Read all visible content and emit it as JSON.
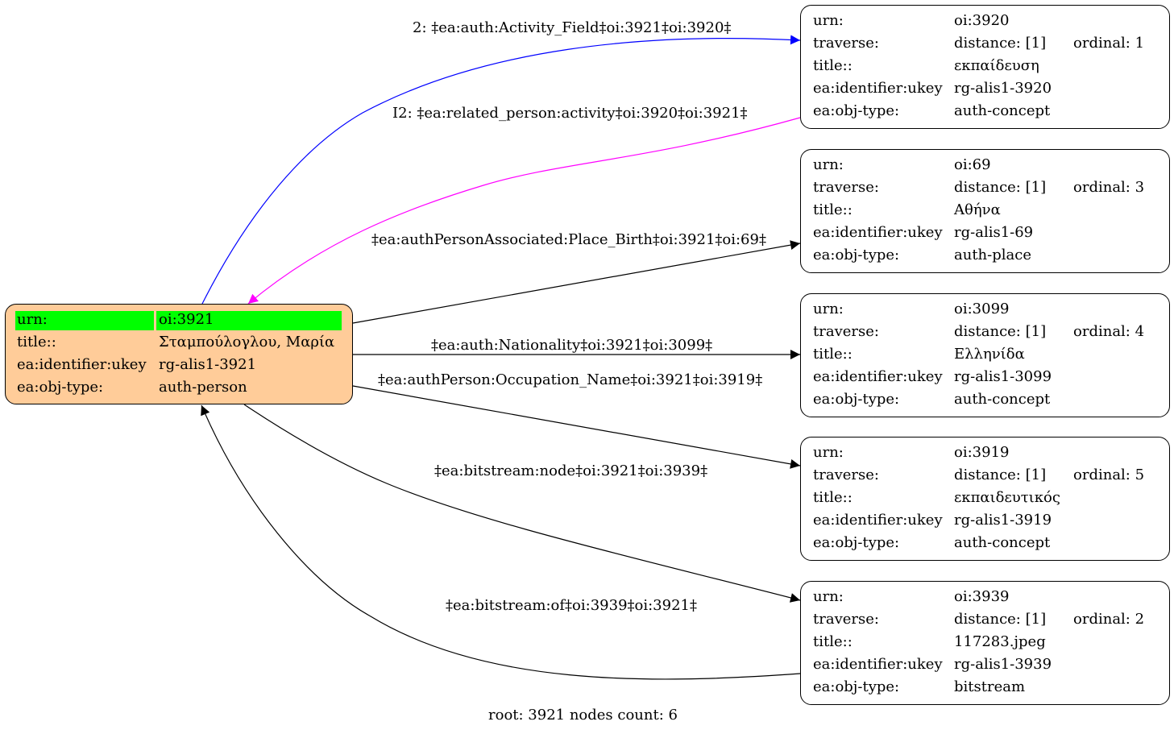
{
  "root_node": {
    "rows": [
      {
        "key": "urn:",
        "value": "oi:3921"
      },
      {
        "key": "title::",
        "value": "Σταμπούλογλου, Μαρία"
      },
      {
        "key": "ea:identifier:ukey",
        "value": "rg-alis1-3921"
      },
      {
        "key": "ea:obj-type:",
        "value": "auth-person"
      }
    ],
    "fill": "#ffcc99",
    "highlight": "#00ff00"
  },
  "nodes": [
    {
      "urn": "oi:3920",
      "distance": "distance: [1]",
      "ordinal": "ordinal: 1",
      "title": "εκπαίδευση",
      "ukey": "rg-alis1-3920",
      "objtype": "auth-concept"
    },
    {
      "urn": "oi:69",
      "distance": "distance: [1]",
      "ordinal": "ordinal: 3",
      "title": "Αθήνα",
      "ukey": "rg-alis1-69",
      "objtype": "auth-place"
    },
    {
      "urn": "oi:3099",
      "distance": "distance: [1]",
      "ordinal": "ordinal: 4",
      "title": "Ελληνίδα",
      "ukey": "rg-alis1-3099",
      "objtype": "auth-concept"
    },
    {
      "urn": "oi:3919",
      "distance": "distance: [1]",
      "ordinal": "ordinal: 5",
      "title": "εκπαιδευτικός",
      "ukey": "rg-alis1-3919",
      "objtype": "auth-concept"
    },
    {
      "urn": "oi:3939",
      "distance": "distance: [1]",
      "ordinal": "ordinal: 2",
      "title": "117283.jpeg",
      "ukey": "rg-alis1-3939",
      "objtype": "bitstream"
    }
  ],
  "row_labels": {
    "urn": "urn:",
    "traverse": "traverse:",
    "title": "title::",
    "ukey": "ea:identifier:ukey",
    "objtype": "ea:obj-type:"
  },
  "edges": [
    {
      "label": "2: ‡ea:auth:Activity_Field‡oi:3921‡oi:3920‡",
      "color": "#0000ff"
    },
    {
      "label": "I2: ‡ea:related_person:activity‡oi:3920‡oi:3921‡",
      "color": "#ff00ff"
    },
    {
      "label": "‡ea:authPersonAssociated:Place_Birth‡oi:3921‡oi:69‡",
      "color": "#000000"
    },
    {
      "label": "‡ea:auth:Nationality‡oi:3921‡oi:3099‡",
      "color": "#000000"
    },
    {
      "label": "‡ea:authPerson:Occupation_Name‡oi:3921‡oi:3919‡",
      "color": "#000000"
    },
    {
      "label": "‡ea:bitstream:node‡oi:3921‡oi:3939‡",
      "color": "#000000"
    },
    {
      "label": "‡ea:bitstream:of‡oi:3939‡oi:3921‡",
      "color": "#000000"
    }
  ],
  "footer": "root: 3921 nodes count: 6"
}
